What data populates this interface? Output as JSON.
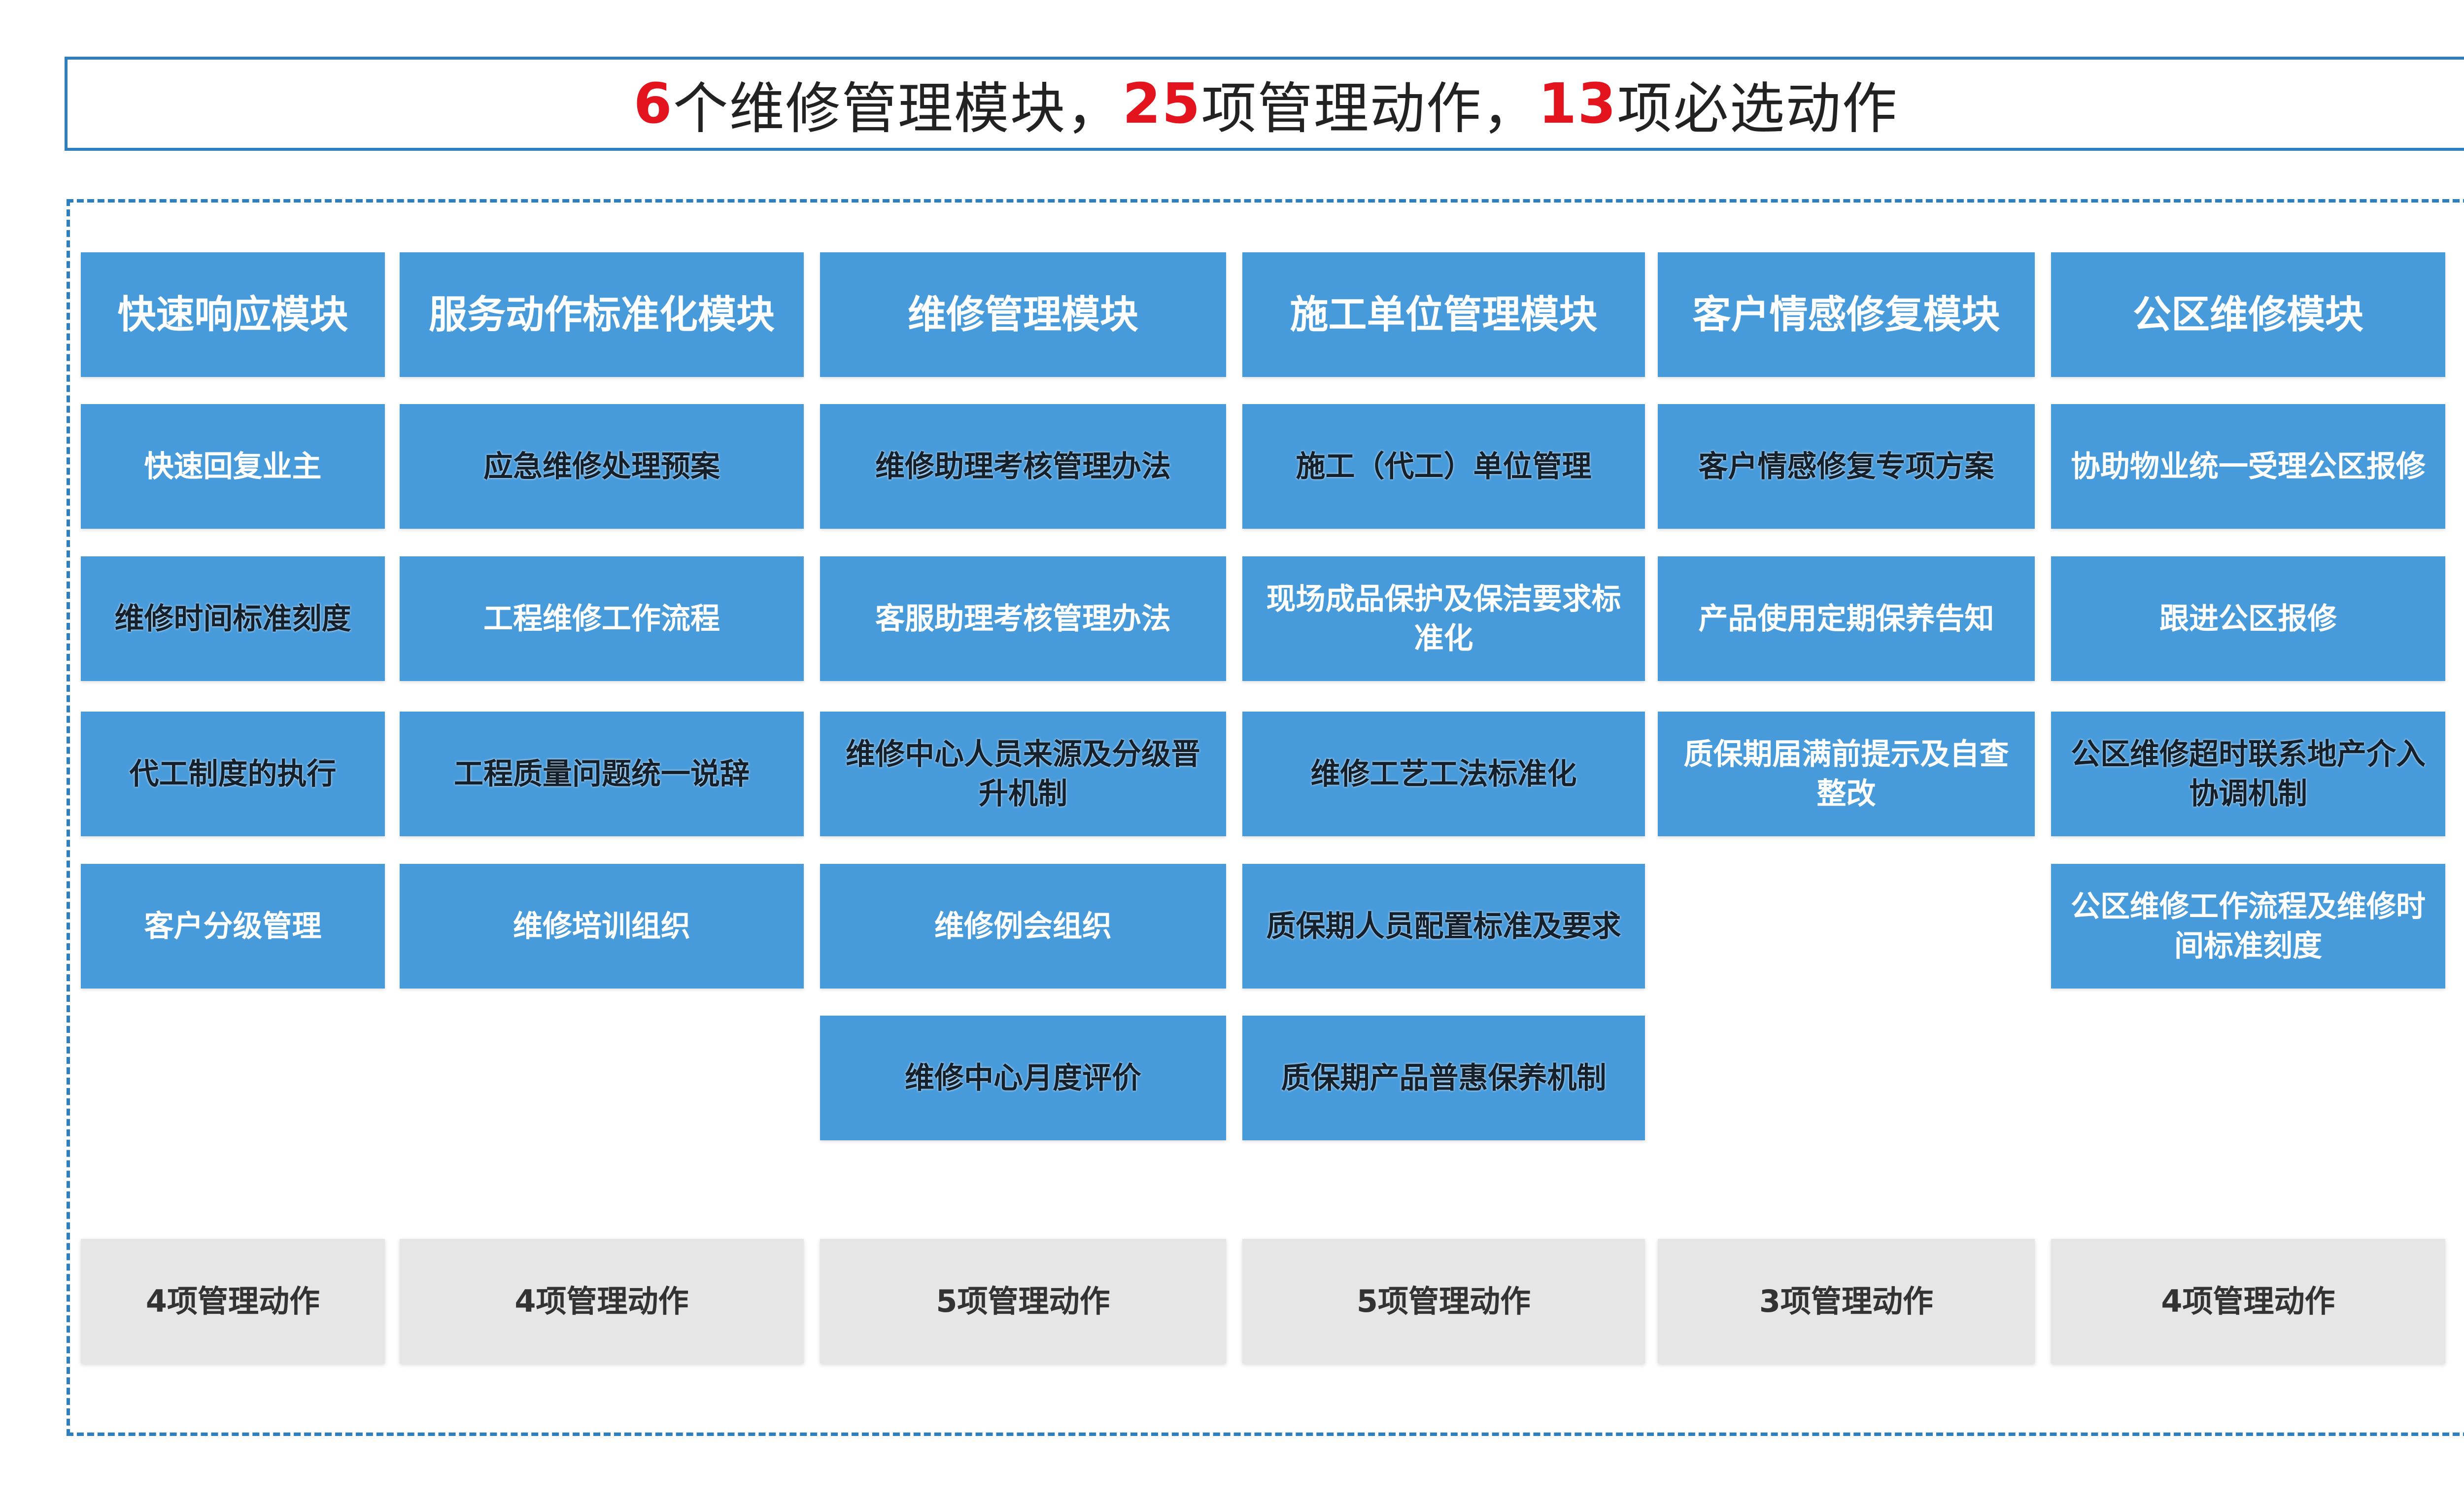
{
  "title": {
    "parts": [
      {
        "text": "6",
        "highlight": true
      },
      {
        "text": "个维修管理模块，",
        "highlight": false
      },
      {
        "text": "25",
        "highlight": true
      },
      {
        "text": "项管理动作，",
        "highlight": false
      },
      {
        "text": "13",
        "highlight": true
      },
      {
        "text": "项必选动作",
        "highlight": false
      }
    ]
  },
  "colors": {
    "module_blue": "#489bdb",
    "border_blue": "#2e7fc0",
    "highlight_red": "#e3141e",
    "summary_gray": "#e6e6e6"
  },
  "modules": [
    {
      "name": "快速响应模块",
      "items": [
        {
          "text": "快速回复业主",
          "required": false
        },
        {
          "text": "维修时间标准刻度",
          "required": true
        },
        {
          "text": "代工制度的执行",
          "required": true
        },
        {
          "text": "客户分级管理",
          "required": false
        }
      ],
      "summary": "4项管理动作"
    },
    {
      "name": "服务动作标准化模块",
      "items": [
        {
          "text": "应急维修处理预案",
          "required": true
        },
        {
          "text": "工程维修工作流程",
          "required": false
        },
        {
          "text": "工程质量问题统一说辞",
          "required": true
        },
        {
          "text": "维修培训组织",
          "required": false
        }
      ],
      "summary": "4项管理动作"
    },
    {
      "name": "维修管理模块",
      "items": [
        {
          "text": "维修助理考核管理办法",
          "required": true
        },
        {
          "text": "客服助理考核管理办法",
          "required": false
        },
        {
          "text": "维修中心人员来源及分级晋升机制",
          "required": true
        },
        {
          "text": "维修例会组织",
          "required": false
        },
        {
          "text": "维修中心月度评价",
          "required": true
        }
      ],
      "summary": "5项管理动作"
    },
    {
      "name": "施工单位管理模块",
      "items": [
        {
          "text": "施工（代工）单位管理",
          "required": true
        },
        {
          "text": "现场成品保护及保洁要求标准化",
          "required": false
        },
        {
          "text": "维修工艺工法标准化",
          "required": true
        },
        {
          "text": "质保期人员配置标准及要求",
          "required": true
        },
        {
          "text": "质保期产品普惠保养机制",
          "required": true
        }
      ],
      "summary": "5项管理动作"
    },
    {
      "name": "客户情感修复模块",
      "items": [
        {
          "text": "客户情感修复专项方案",
          "required": true
        },
        {
          "text": "产品使用定期保养告知",
          "required": false
        },
        {
          "text": "质保期届满前提示及自查整改",
          "required": false
        }
      ],
      "summary": "3项管理动作"
    },
    {
      "name": "公区维修模块",
      "items": [
        {
          "text": "协助物业统一受理公区报修",
          "required": false
        },
        {
          "text": "跟进公区报修",
          "required": false
        },
        {
          "text": "公区维修超时联系地产介入协调机制",
          "required": true
        },
        {
          "text": "公区维修工作流程及维修时间标准刻度",
          "required": false
        }
      ],
      "summary": "4项管理动作"
    }
  ]
}
